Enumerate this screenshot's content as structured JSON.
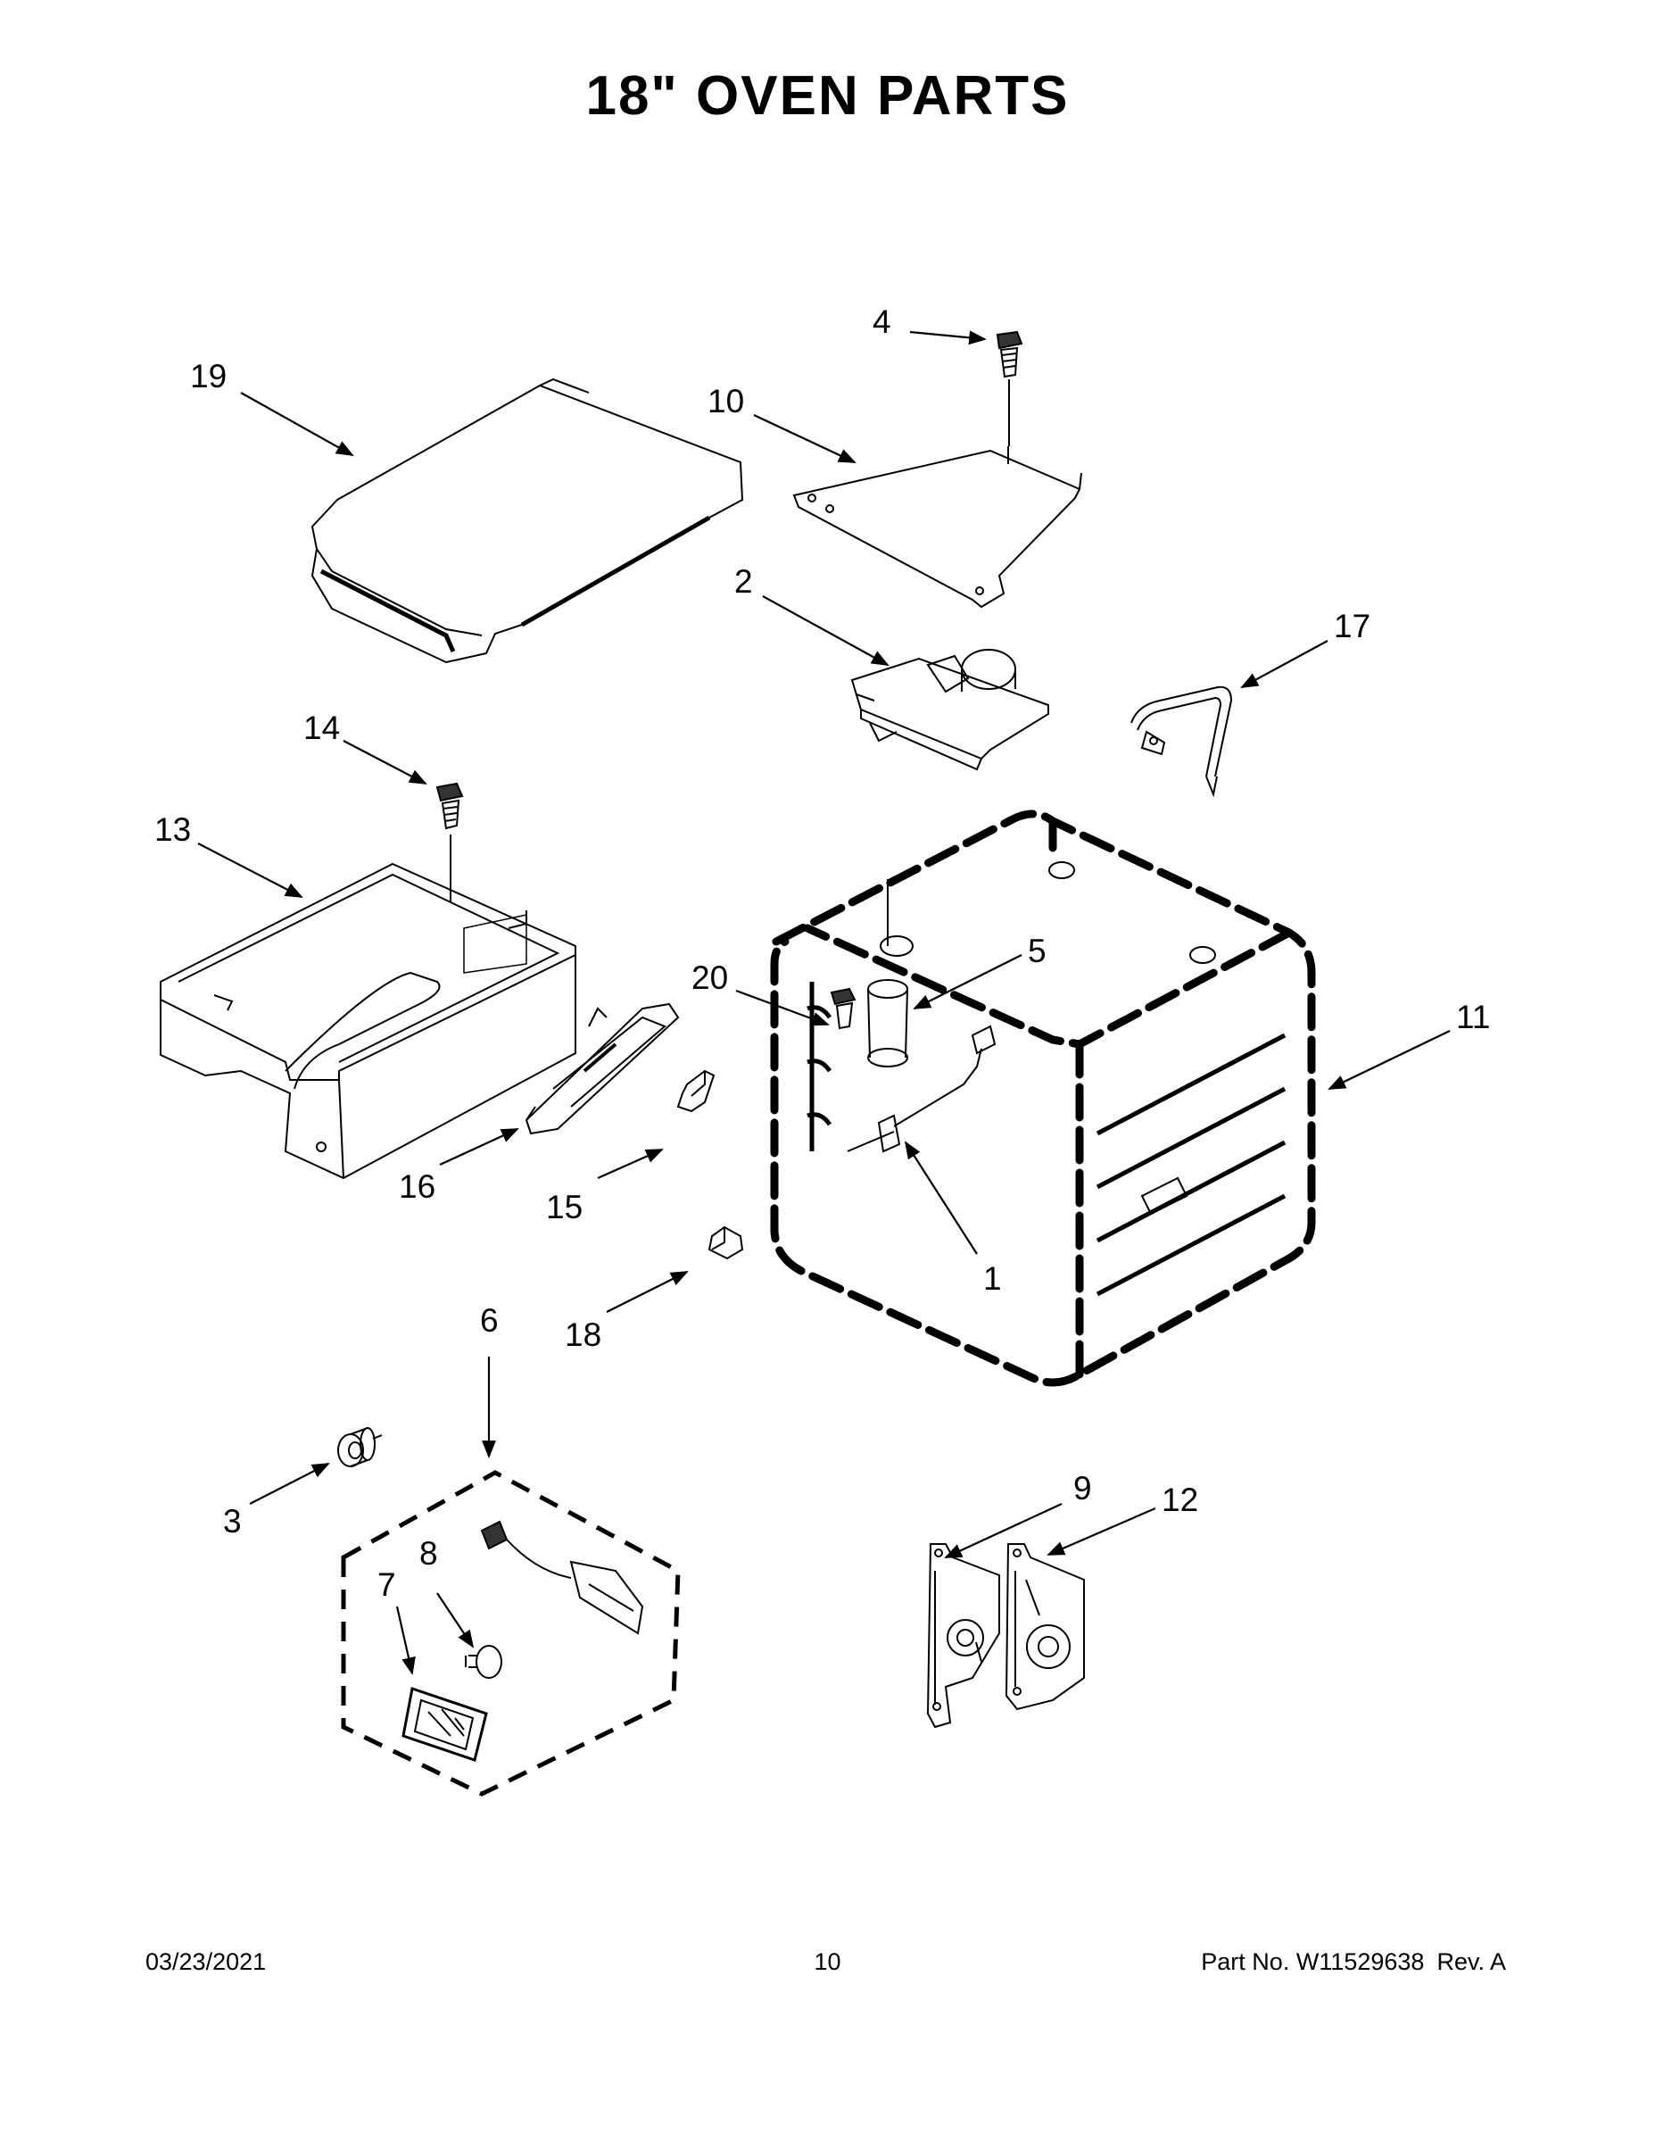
{
  "title": "18\" OVEN PARTS",
  "callouts": {
    "c1": "1",
    "c2": "2",
    "c3": "3",
    "c4": "4",
    "c5": "5",
    "c6": "6",
    "c7": "7",
    "c8": "8",
    "c9": "9",
    "c10": "10",
    "c11": "11",
    "c12": "12",
    "c13": "13",
    "c14": "14",
    "c15": "15",
    "c16": "16",
    "c17": "17",
    "c18": "18",
    "c19": "19",
    "c20": "20"
  },
  "footer": {
    "date": "03/23/2021",
    "page": "10",
    "part_no_label": "Part No.",
    "part_no": "W11529638",
    "rev": "Rev. A"
  }
}
